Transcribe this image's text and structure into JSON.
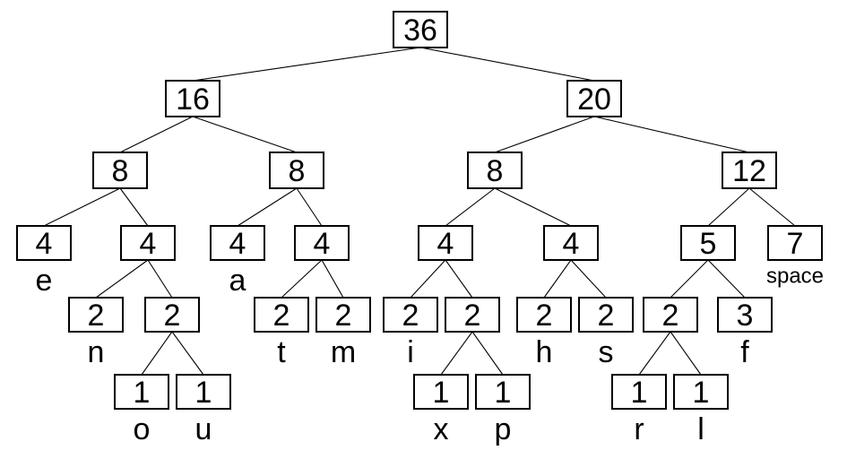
{
  "tree": {
    "nodes": [
      {
        "id": "root",
        "value": "36"
      },
      {
        "id": "n16",
        "value": "16"
      },
      {
        "id": "n20",
        "value": "20"
      },
      {
        "id": "n8a",
        "value": "8"
      },
      {
        "id": "n8b",
        "value": "8"
      },
      {
        "id": "n8c",
        "value": "8"
      },
      {
        "id": "n12",
        "value": "12"
      },
      {
        "id": "e",
        "value": "4",
        "label": "e"
      },
      {
        "id": "n4a",
        "value": "4"
      },
      {
        "id": "a",
        "value": "4",
        "label": "a"
      },
      {
        "id": "n4b",
        "value": "4"
      },
      {
        "id": "n4c",
        "value": "4"
      },
      {
        "id": "n4d",
        "value": "4"
      },
      {
        "id": "n5",
        "value": "5"
      },
      {
        "id": "space",
        "value": "7",
        "label": "space"
      },
      {
        "id": "n",
        "value": "2",
        "label": "n"
      },
      {
        "id": "n2a",
        "value": "2"
      },
      {
        "id": "t",
        "value": "2",
        "label": "t"
      },
      {
        "id": "m",
        "value": "2",
        "label": "m"
      },
      {
        "id": "i",
        "value": "2",
        "label": "i"
      },
      {
        "id": "n2b",
        "value": "2"
      },
      {
        "id": "h",
        "value": "2",
        "label": "h"
      },
      {
        "id": "s",
        "value": "2",
        "label": "s"
      },
      {
        "id": "n2c",
        "value": "2"
      },
      {
        "id": "f",
        "value": "3",
        "label": "f"
      },
      {
        "id": "o",
        "value": "1",
        "label": "o"
      },
      {
        "id": "u",
        "value": "1",
        "label": "u"
      },
      {
        "id": "x",
        "value": "1",
        "label": "x"
      },
      {
        "id": "p",
        "value": "1",
        "label": "p"
      },
      {
        "id": "r",
        "value": "1",
        "label": "r"
      },
      {
        "id": "l",
        "value": "1",
        "label": "l"
      }
    ],
    "edges": [
      [
        "root",
        "n16"
      ],
      [
        "root",
        "n20"
      ],
      [
        "n16",
        "n8a"
      ],
      [
        "n16",
        "n8b"
      ],
      [
        "n20",
        "n8c"
      ],
      [
        "n20",
        "n12"
      ],
      [
        "n8a",
        "e"
      ],
      [
        "n8a",
        "n4a"
      ],
      [
        "n8b",
        "a"
      ],
      [
        "n8b",
        "n4b"
      ],
      [
        "n8c",
        "n4c"
      ],
      [
        "n8c",
        "n4d"
      ],
      [
        "n12",
        "n5"
      ],
      [
        "n12",
        "space"
      ],
      [
        "n4a",
        "n"
      ],
      [
        "n4a",
        "n2a"
      ],
      [
        "n4b",
        "t"
      ],
      [
        "n4b",
        "m"
      ],
      [
        "n4c",
        "i"
      ],
      [
        "n4c",
        "n2b"
      ],
      [
        "n4d",
        "h"
      ],
      [
        "n4d",
        "s"
      ],
      [
        "n5",
        "n2c"
      ],
      [
        "n5",
        "f"
      ],
      [
        "n2a",
        "o"
      ],
      [
        "n2a",
        "u"
      ],
      [
        "n2b",
        "x"
      ],
      [
        "n2b",
        "p"
      ],
      [
        "n2c",
        "r"
      ],
      [
        "n2c",
        "l"
      ]
    ]
  }
}
